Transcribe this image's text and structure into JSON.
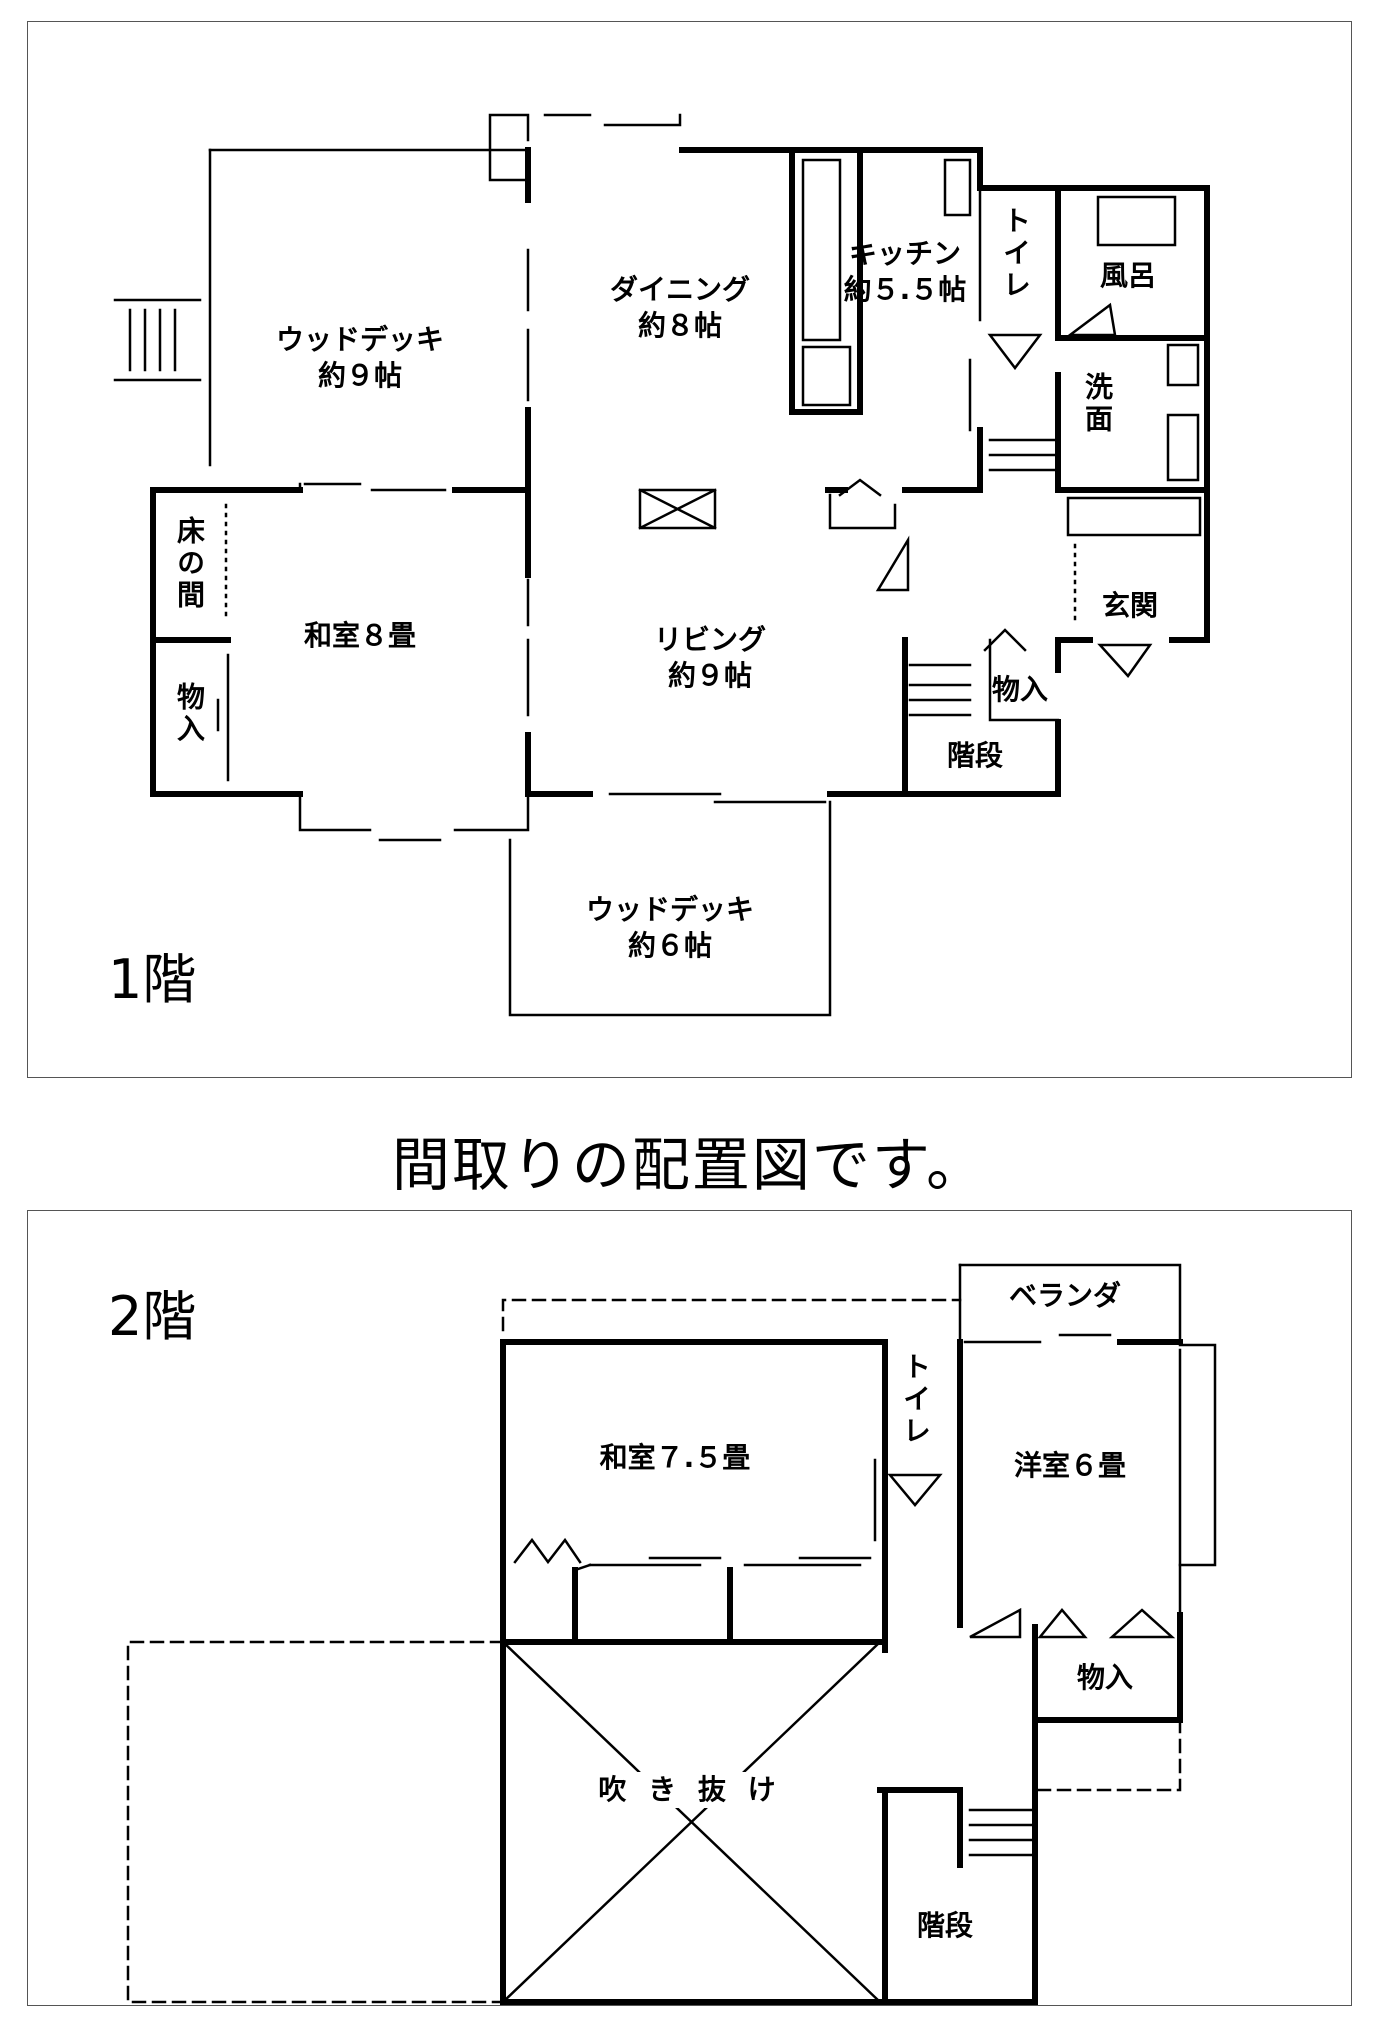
{
  "caption": "間取りの配置図です。",
  "floor1": {
    "title": "1階",
    "rooms": {
      "wooddeck_n": [
        "ウッドデッキ",
        "約９帖"
      ],
      "dining": [
        "ダイニング",
        "約８帖"
      ],
      "kitchen": [
        "キッチン",
        "約５.５帖"
      ],
      "toilet": "トイレ",
      "bath": "風呂",
      "washroom": "洗面",
      "tokonoma": "床の間",
      "washitsu": "和室８畳",
      "storage_w": "物入",
      "living": [
        "リビング",
        "約９帖"
      ],
      "entrance": "玄関",
      "storage_e": "物入",
      "stairs": "階段",
      "wooddeck_s": [
        "ウッドデッキ",
        "約６帖"
      ]
    }
  },
  "floor2": {
    "title": "2階",
    "rooms": {
      "veranda": "ベランダ",
      "toilet": "トイレ",
      "washitsu": "和室７.５畳",
      "youshitsu": "洋室６畳",
      "storage": "物入",
      "fukinuke": "吹 き 抜 け",
      "stairs": "階段"
    }
  }
}
